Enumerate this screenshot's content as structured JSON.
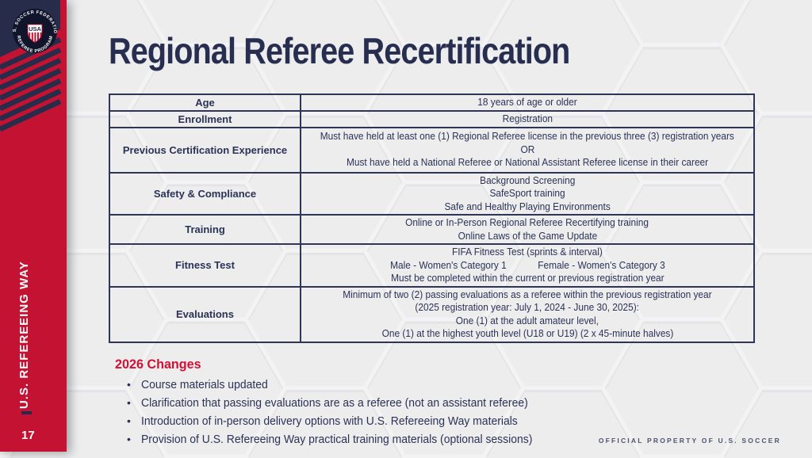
{
  "sidebar": {
    "logo": {
      "top_text": "U.S. SOCCER FEDERATION",
      "bottom_text": "REFEREE PROGRAM",
      "crest_text": "USA"
    },
    "vertical_label": "U.S. REFEREEING WAY",
    "page_number": "17"
  },
  "header": {
    "title": "Regional Referee Recertification"
  },
  "table": {
    "rows": [
      {
        "label": "Age",
        "lines": [
          "18 years of age or older"
        ]
      },
      {
        "label": "Enrollment",
        "lines": [
          "Registration"
        ]
      },
      {
        "label": "Previous Certification Experience",
        "lines": [
          "Must have held at least one (1) Regional Referee license in the previous three (3) registration years",
          "OR",
          "Must have held a National Referee or National Assistant Referee license in their career"
        ]
      },
      {
        "label": "Safety & Compliance",
        "lines": [
          "Background Screening",
          "SafeSport training",
          "Safe and Healthy Playing Environments"
        ]
      },
      {
        "label": "Training",
        "lines": [
          "Online or In-Person Regional Referee Recertifying training",
          "Online Laws of the Game Update"
        ]
      },
      {
        "label": "Fitness Test",
        "lines": [
          "FIFA Fitness Test (sprints & interval)",
          "Male - Women's Category 1            Female - Women's Category 3",
          "Must be completed within the current or previous registration year"
        ]
      },
      {
        "label": "Evaluations",
        "lines": [
          "Minimum of two (2) passing evaluations as a referee within the previous registration year",
          "(2025 registration year: July 1, 2024 - June 30, 2025):",
          "One (1) at the adult amateur level,",
          "One (1) at the highest youth level (U18 or U19) (2 x 45-minute halves)"
        ]
      }
    ]
  },
  "changes": {
    "heading": "2026 Changes",
    "items": [
      "Course materials updated",
      "Clarification that passing evaluations are as a referee (not an assistant referee)",
      "Introduction of in-person delivery options with U.S. Refereeing Way materials",
      "Provision of U.S. Refereeing Way practical training materials (optional sessions)"
    ]
  },
  "footer": {
    "label": "OFFICIAL PROPERTY OF U.S. SOCCER"
  },
  "colors": {
    "sidebar_red": "#C41332",
    "navy": "#262C49",
    "heading_red": "#D20F34",
    "text_navy": "#2B3255",
    "background": "#EDEDEE"
  }
}
